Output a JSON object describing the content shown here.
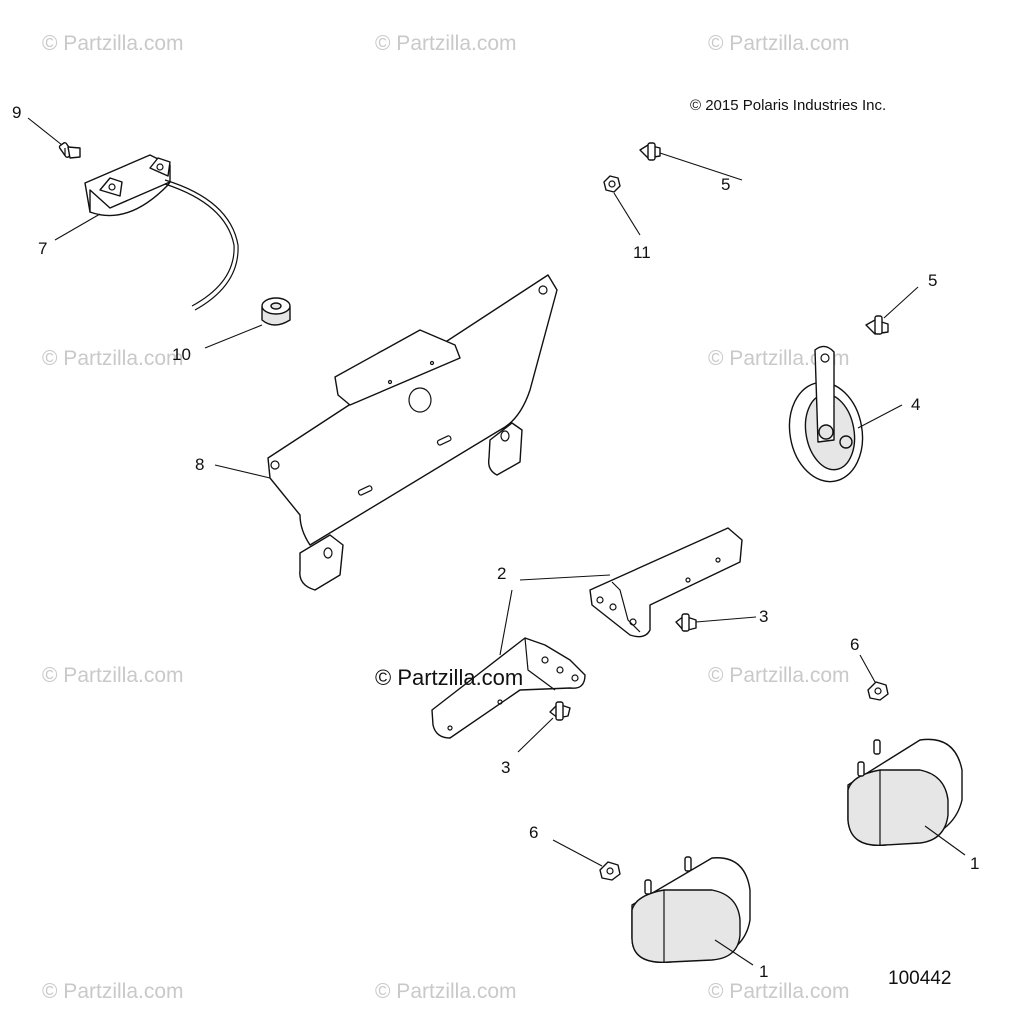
{
  "watermark": "© Partzilla.com",
  "copyright": "© 2015  Polaris Industries Inc.",
  "figure_number": "100442",
  "callouts": {
    "c1a": "1",
    "c1b": "1",
    "c2": "2",
    "c3a": "3",
    "c3b": "3",
    "c4": "4",
    "c5a": "5",
    "c5b": "5",
    "c6a": "6",
    "c6b": "6",
    "c7": "7",
    "c8": "8",
    "c9": "9",
    "c10": "10",
    "c11": "11"
  }
}
